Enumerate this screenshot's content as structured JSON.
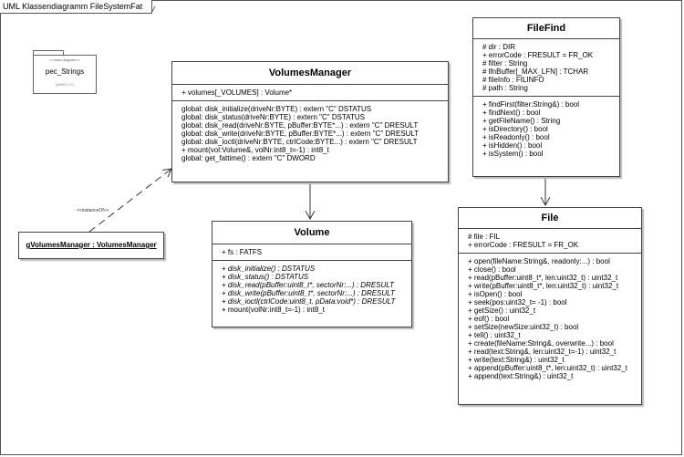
{
  "frame": {
    "title": "UML Klassendiagramm FileSystemFat"
  },
  "package": {
    "stereotype": "<<class diagram>>",
    "name": "pec_Strings",
    "sub": "(ARM C++)"
  },
  "instance": {
    "name": "gVolumesManager : VolumesManager"
  },
  "relation_label": "<<instanceOf>>",
  "classes": {
    "volumes_manager": {
      "name": "VolumesManager",
      "attributes": [
        "+ volumes[_VOLUMES] : Volume*"
      ],
      "operations": [
        "global: disk_initialize(driveNr:BYTE) : extern \"C\" DSTATUS",
        "global: disk_status(driveNr:BYTE) : extern \"C\" DSTATUS",
        "global: disk_read(driveNr:BYTE, pBuffer:BYTE*...) : extern \"C\" DRESULT",
        "global: disk_write(driveNr:BYTE, pBuffer:BYTE*...) : extern \"C\" DRESULT",
        "global: disk_ioctl(driveNr:BYTE, ctrlCode:BYTE...) : extern \"C\" DRESULT",
        "+ mount(vol:Volume&, volNr:int8_t=-1) : int8_t",
        "global: get_fattime() : extern \"C\" DWORD"
      ]
    },
    "volume": {
      "name": "Volume",
      "attributes": [
        "+ fs : FATFS"
      ],
      "operations": [
        "+ disk_initialize() : DSTATUS",
        "+ disk_status() : DSTATUS",
        "+ disk_read(pBuffer:uint8_t*, sectorNr:...) : DRESULT",
        "+ disk_write(pBuffer:uint8_t*, sectorNr:...) : DRESULT",
        "+ disk_ioctl(ctrlCode:uint8_t, pData:void*) : DRESULT",
        "+ mount(volNr:int8_t=-1) : int8_t"
      ]
    },
    "filefind": {
      "name": "FileFind",
      "attributes": [
        "# dir : DIR",
        "+ errorCode : FRESULT = FR_OK",
        "# filter : String",
        "# lfnBuffer[_MAX_LFN] : TCHAR",
        "# fileInfo : FILINFO",
        "# path : String"
      ],
      "operations": [
        "+ findFirst(filter:String&) : bool",
        "+ findNext() : bool",
        "+ getFileName() : String",
        "+ isDirectory() : bool",
        "+ isReadonly() : bool",
        "+ isHidden() : bool",
        "+ isSystem() : bool"
      ]
    },
    "file": {
      "name": "File",
      "attributes": [
        "# file : FIL",
        "+ errorCode : FRESULT = FR_OK"
      ],
      "operations": [
        "+ open(fileName:String&, readonly:...) : bool",
        "+ close() : bool",
        "+ read(pBuffer:uint8_t*, len:uint32_t) : uint32_t",
        "+ write(pBuffer:uint8_t*, len:uint32_t) : uint32_t",
        "+ isOpen() : bool",
        "+ seek(pos:uint32_t= -1) : bool",
        "+ getSize() : uint32_t",
        "+ eof() : bool",
        "+ setSize(newSize:uint32_t) : bool",
        "+ tell() : uint32_t",
        "+ create(fileName:String&, overwrite...) : bool",
        "+ read(text:String&, len:uint32_t=-1) : uint32_t",
        "+ write(text:String&) : uint32_t",
        "+ append(pBuffer:uint8_t*, len:uint32_t) : uint32_t",
        "+ append(text:String&) : uint32_t"
      ]
    }
  }
}
